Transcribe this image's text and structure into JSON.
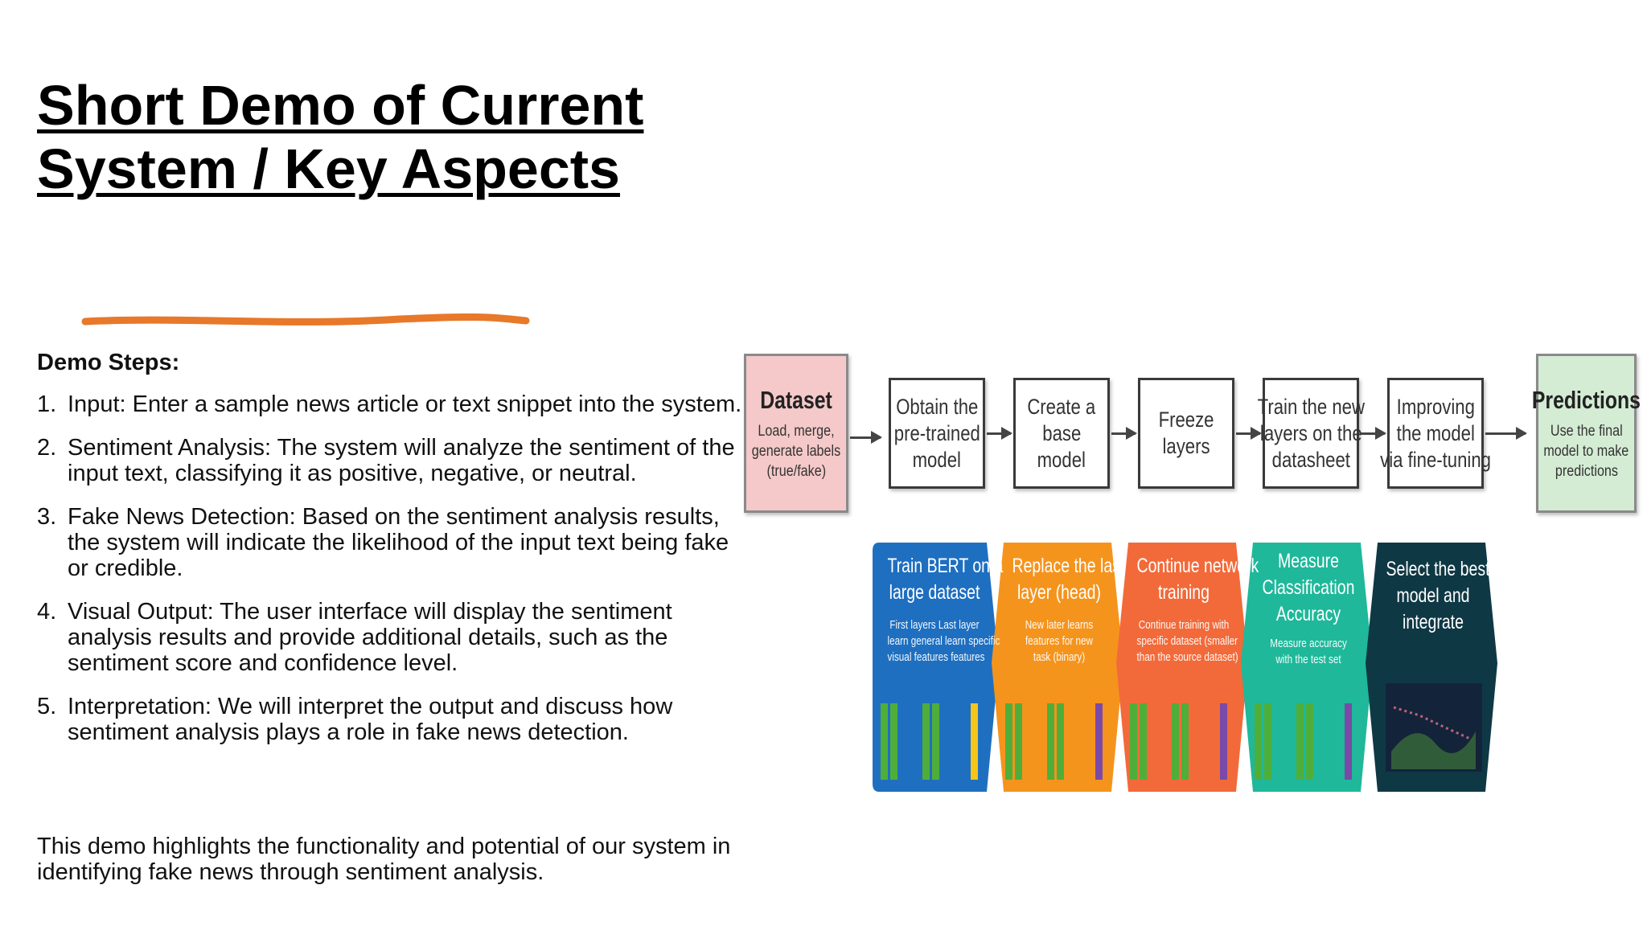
{
  "slide": {
    "title": "Short Demo of Current System / Key Aspects",
    "steps_heading": "Demo Steps:",
    "steps": [
      {
        "num": "1.",
        "text": "Input: Enter a sample news article or text snippet into the system."
      },
      {
        "num": "2.",
        "text": "Sentiment Analysis: The system will analyze the sentiment of the input text, classifying it as positive, negative, or neutral."
      },
      {
        "num": "3.",
        "text": "Fake News Detection: Based on the sentiment analysis results, the system will indicate the likelihood of the input text being fake or credible."
      },
      {
        "num": "4.",
        "text": "Visual Output: The user interface will display the sentiment analysis results and provide additional details, such as the sentiment score and confidence level."
      },
      {
        "num": "5.",
        "text": "Interpretation: We will interpret the output and discuss how sentiment analysis plays a role in fake news detection."
      }
    ],
    "summary": "This demo highlights the functionality and potential of our system in identifying fake news through sentiment analysis.",
    "accent_color": "#e8782a"
  },
  "pipeline": {
    "dataset": {
      "title": "Dataset",
      "lines": [
        "Load, merge,",
        "generate labels",
        "(true/fake)"
      ]
    },
    "steps": [
      {
        "lines": [
          "Obtain the",
          "pre-trained",
          "model"
        ]
      },
      {
        "lines": [
          "Create a",
          "base",
          "model"
        ]
      },
      {
        "lines": [
          "Freeze",
          "layers"
        ]
      },
      {
        "lines": [
          "Train the new",
          "layers on the",
          "datasheet"
        ]
      },
      {
        "lines": [
          "Improving",
          "the model",
          "via fine-tuning"
        ]
      }
    ],
    "predictions": {
      "title": "Predictions",
      "lines": [
        "Use the final",
        "model to make",
        "predictions"
      ]
    }
  },
  "stages": [
    {
      "title": [
        "Train BERT on a",
        "large dataset"
      ],
      "sub": [
        "First layers    Last layer",
        "learn general   learn specific",
        "visual features  features"
      ],
      "color": "#1f6fc0"
    },
    {
      "title": [
        "Replace the last",
        "layer (head)"
      ],
      "sub": [
        "New later learns",
        "features for new",
        "task (binary)"
      ],
      "color": "#f5941d"
    },
    {
      "title": [
        "Continue network",
        "training"
      ],
      "sub": [
        "Continue training with",
        "specific dataset (smaller",
        "than the source dataset)"
      ],
      "color": "#f26a3a"
    },
    {
      "title": [
        "Measure",
        "Classification",
        "Accuracy"
      ],
      "sub": [
        "Measure accuracy",
        "with the test set"
      ],
      "color": "#1fb89a"
    },
    {
      "title": [
        "Select the best",
        "model and",
        "integrate"
      ],
      "sub": [],
      "color": "#0f3845"
    }
  ]
}
